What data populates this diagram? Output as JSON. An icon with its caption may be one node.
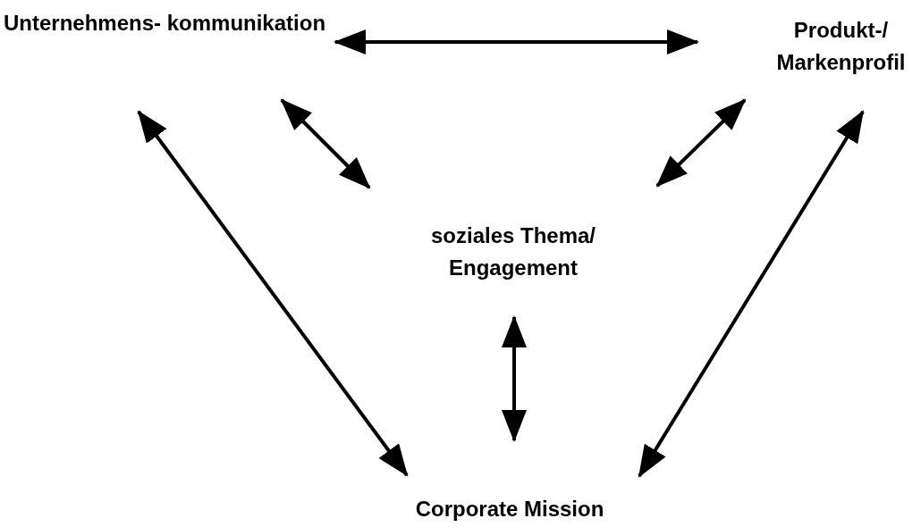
{
  "diagram": {
    "nodes": [
      {
        "text": [
          "Unternehmens- kommunikation"
        ]
      },
      {
        "text": [
          "Produkt-/ Markenprofil"
        ]
      },
      {
        "text": [
          "soziales Thema/ Engagement"
        ]
      },
      {
        "text": [
          "Corporate Mission"
        ]
      }
    ],
    "edges": [
      {
        "from": 0,
        "to": 1,
        "arrow": "both"
      },
      {
        "from": 0,
        "to": 2,
        "arrow": "both"
      },
      {
        "from": 1,
        "to": 2,
        "arrow": "both"
      },
      {
        "from": 2,
        "to": 3,
        "arrow": "both"
      },
      {
        "from": 0,
        "to": 3,
        "arrow": "both"
      },
      {
        "from": 1,
        "to": 3,
        "arrow": "both"
      }
    ]
  }
}
